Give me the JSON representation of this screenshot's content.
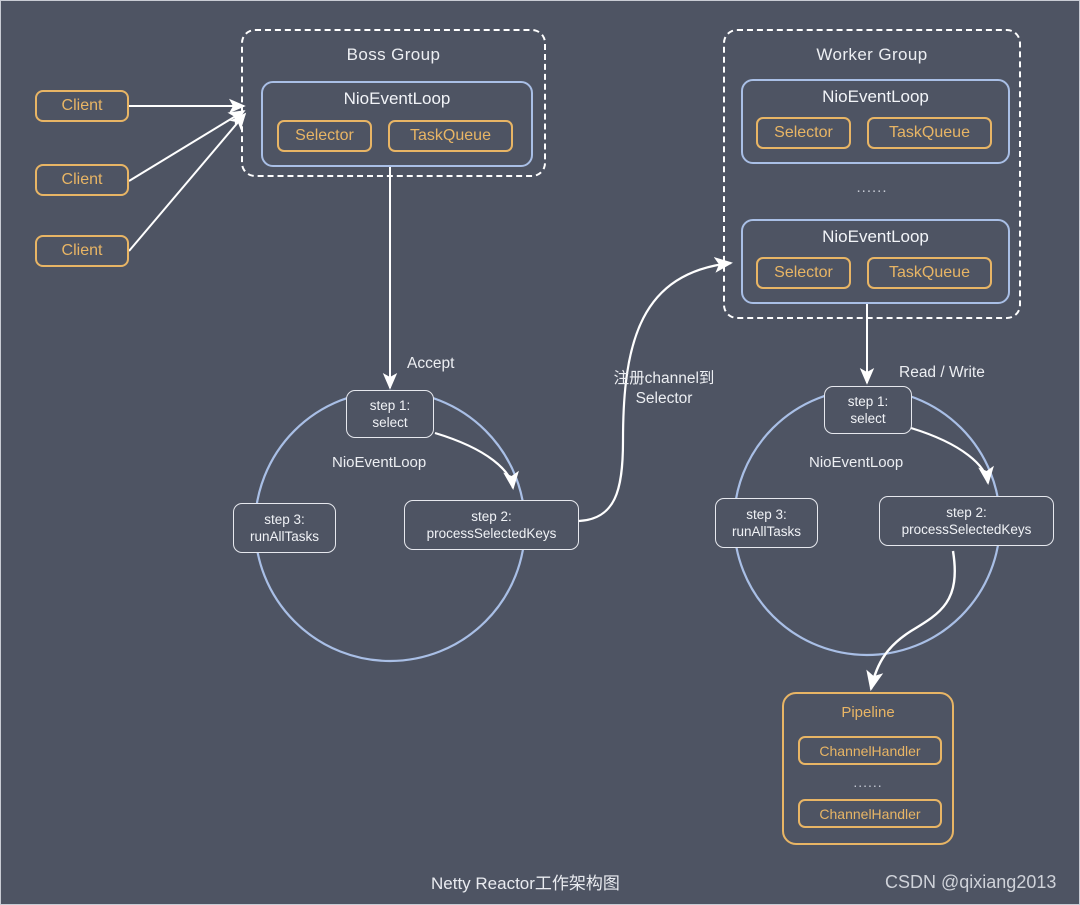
{
  "theme": {
    "background": "#4e5463",
    "orange": "#e8b565",
    "blue": "#a9bfe6",
    "white": "#ffffff",
    "text": "#eceef2"
  },
  "clients": [
    {
      "label": "Client"
    },
    {
      "label": "Client"
    },
    {
      "label": "Client"
    }
  ],
  "boss_group": {
    "title": "Boss Group",
    "event_loops": [
      {
        "title": "NioEventLoop",
        "selector_label": "Selector",
        "taskqueue_label": "TaskQueue"
      }
    ]
  },
  "worker_group": {
    "title": "Worker Group",
    "ellipsis": "......",
    "event_loops": [
      {
        "title": "NioEventLoop",
        "selector_label": "Selector",
        "taskqueue_label": "TaskQueue"
      },
      {
        "title": "NioEventLoop",
        "selector_label": "Selector",
        "taskqueue_label": "TaskQueue"
      }
    ]
  },
  "boss_loop": {
    "center_label": "NioEventLoop",
    "steps": [
      {
        "line1": "step 1:",
        "line2": "select"
      },
      {
        "line1": "step 2:",
        "line2": "processSelectedKeys"
      },
      {
        "line1": "step 3:",
        "line2": "runAllTasks"
      }
    ]
  },
  "worker_loop": {
    "center_label": "NioEventLoop",
    "steps": [
      {
        "line1": "step 1:",
        "line2": "select"
      },
      {
        "line1": "step 2:",
        "line2": "processSelectedKeys"
      },
      {
        "line1": "step 3:",
        "line2": "runAllTasks"
      }
    ]
  },
  "edge_labels": {
    "accept": "Accept",
    "register": "注册channel到\nSelector",
    "read_write": "Read / Write"
  },
  "pipeline": {
    "title": "Pipeline",
    "ellipsis": "......",
    "handlers": [
      {
        "label": "ChannelHandler"
      },
      {
        "label": "ChannelHandler"
      }
    ]
  },
  "caption": "Netty Reactor工作架构图",
  "watermark": "CSDN @qixiang2013"
}
